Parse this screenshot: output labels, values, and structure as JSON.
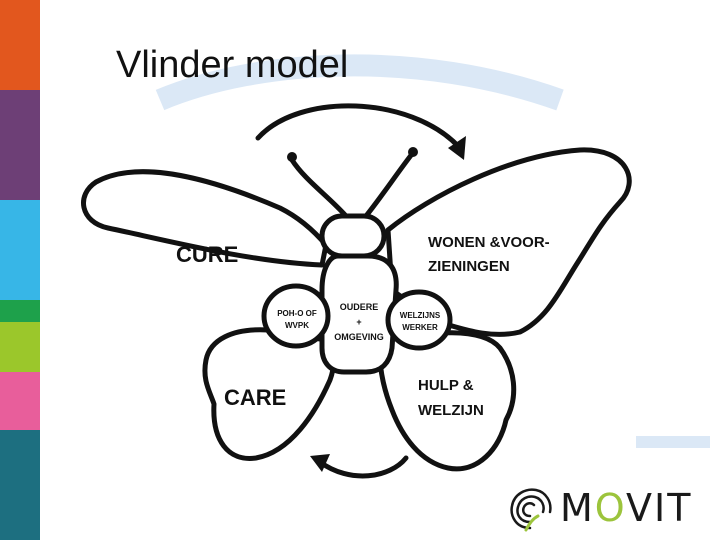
{
  "slide": {
    "title": "Vlinder model"
  },
  "diagram": {
    "wings": {
      "upper_left": "CURE",
      "upper_right_line1": "WONEN &VOOR-",
      "upper_right_line2": "ZIENINGEN",
      "lower_left": "CARE",
      "lower_right_line1": "HULP &",
      "lower_right_line2": "WELZIJN"
    },
    "body": {
      "line1": "OUDERE",
      "line2": "+",
      "line3": "OMGEVING"
    },
    "left_circle": {
      "line1": "POH-O OF",
      "line2": "WVPK"
    },
    "right_circle": {
      "line1": "WELZIJNS",
      "line2": "WERKER"
    }
  },
  "logo": {
    "text_prefix": "M",
    "text_accent": "O",
    "text_suffix": "VIT"
  },
  "colors": {
    "stripes": [
      "#e2571e",
      "#6d3f76",
      "#37b6e7",
      "#1ea14b",
      "#9bc72b",
      "#e85e9b",
      "#1d6f80"
    ],
    "outline": "#111111",
    "accent_green": "#9cc43c",
    "light_blue": "#dbe8f6"
  }
}
